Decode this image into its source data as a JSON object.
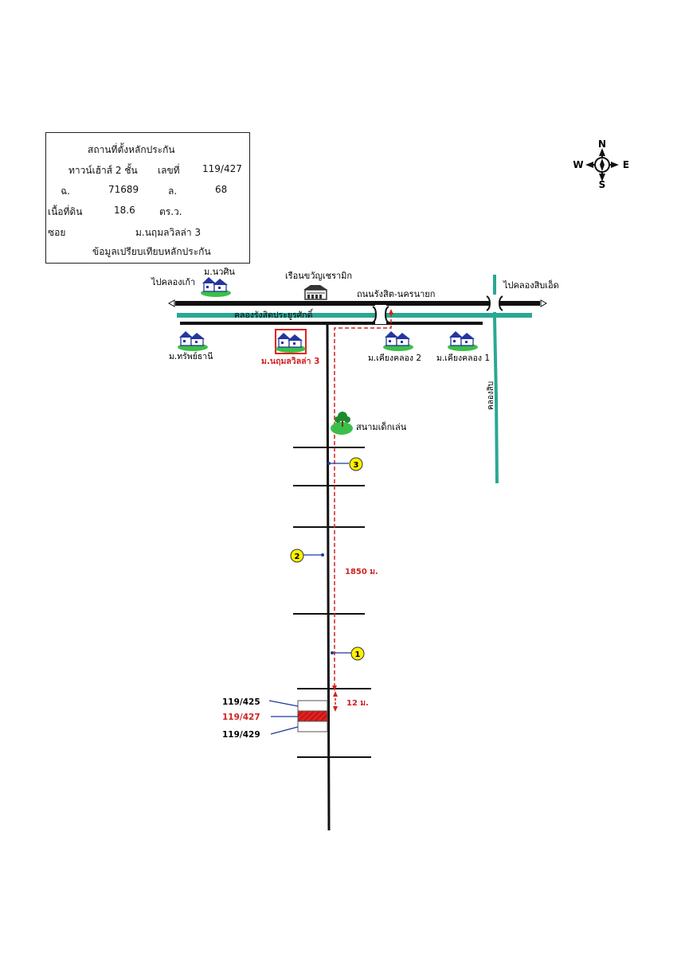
{
  "legend": {
    "subject_text": "สถานที่ตั้งหลักประกัน",
    "type_label": "ทาวน์เฮ้าส์ 2 ชั้น",
    "house_no_label": "เลขที่",
    "house_no_value": "119/427",
    "deed_label": "ฉ.",
    "deed_value": "71689",
    "land_no_label": "ล.",
    "land_no_value": "68",
    "area_label": "เนื้อที่ดิน",
    "area_value": "18.6",
    "area_unit": "ตร.ว.",
    "soi_label": "ซอย",
    "soi_value": "ม.นฤมลวิลล่า 3",
    "comparable_text": "ข้อมูลเปรียบเทียบหลักประกัน"
  },
  "compass": {
    "n": "N",
    "s": "S",
    "e": "E",
    "w": "W"
  },
  "labels": {
    "to_khlong_kao": "ไปคลองเก้า",
    "mu_nawasin": "ม.นวศิน",
    "ruean_khwan": "เรือนขวัญเชรามิก",
    "road_name": "ถนนรังสิต-นครนายก",
    "to_khlong_81": "ไปคลองสิบเอ็ด",
    "canal_name": "คลองรังสิตประยูรศักดิ์",
    "mu_sap_thani": "ม.ทรัพย์ธานี",
    "mu_naruemon": "ม.นฤมลวิลล่า 3",
    "mu_khiang_2": "ม.เคียงคลอง 2",
    "mu_khiang_1": "ม.เคียงคลอง 1",
    "khlong_sip": "คลองสิบ",
    "playground": "สนามเด็กเล่น",
    "dist_main": "1850 ม.",
    "dist_short": "12 ม.",
    "lot_425": "119/425",
    "lot_427": "119/427",
    "lot_429": "119/429"
  },
  "markers": [
    "1",
    "2",
    "3"
  ],
  "colors": {
    "subject": "#e02020",
    "canal": "#2aa893",
    "comparable": "#fff200",
    "route": "#d32020",
    "road": "#111111",
    "subject_text": "#d32020"
  }
}
